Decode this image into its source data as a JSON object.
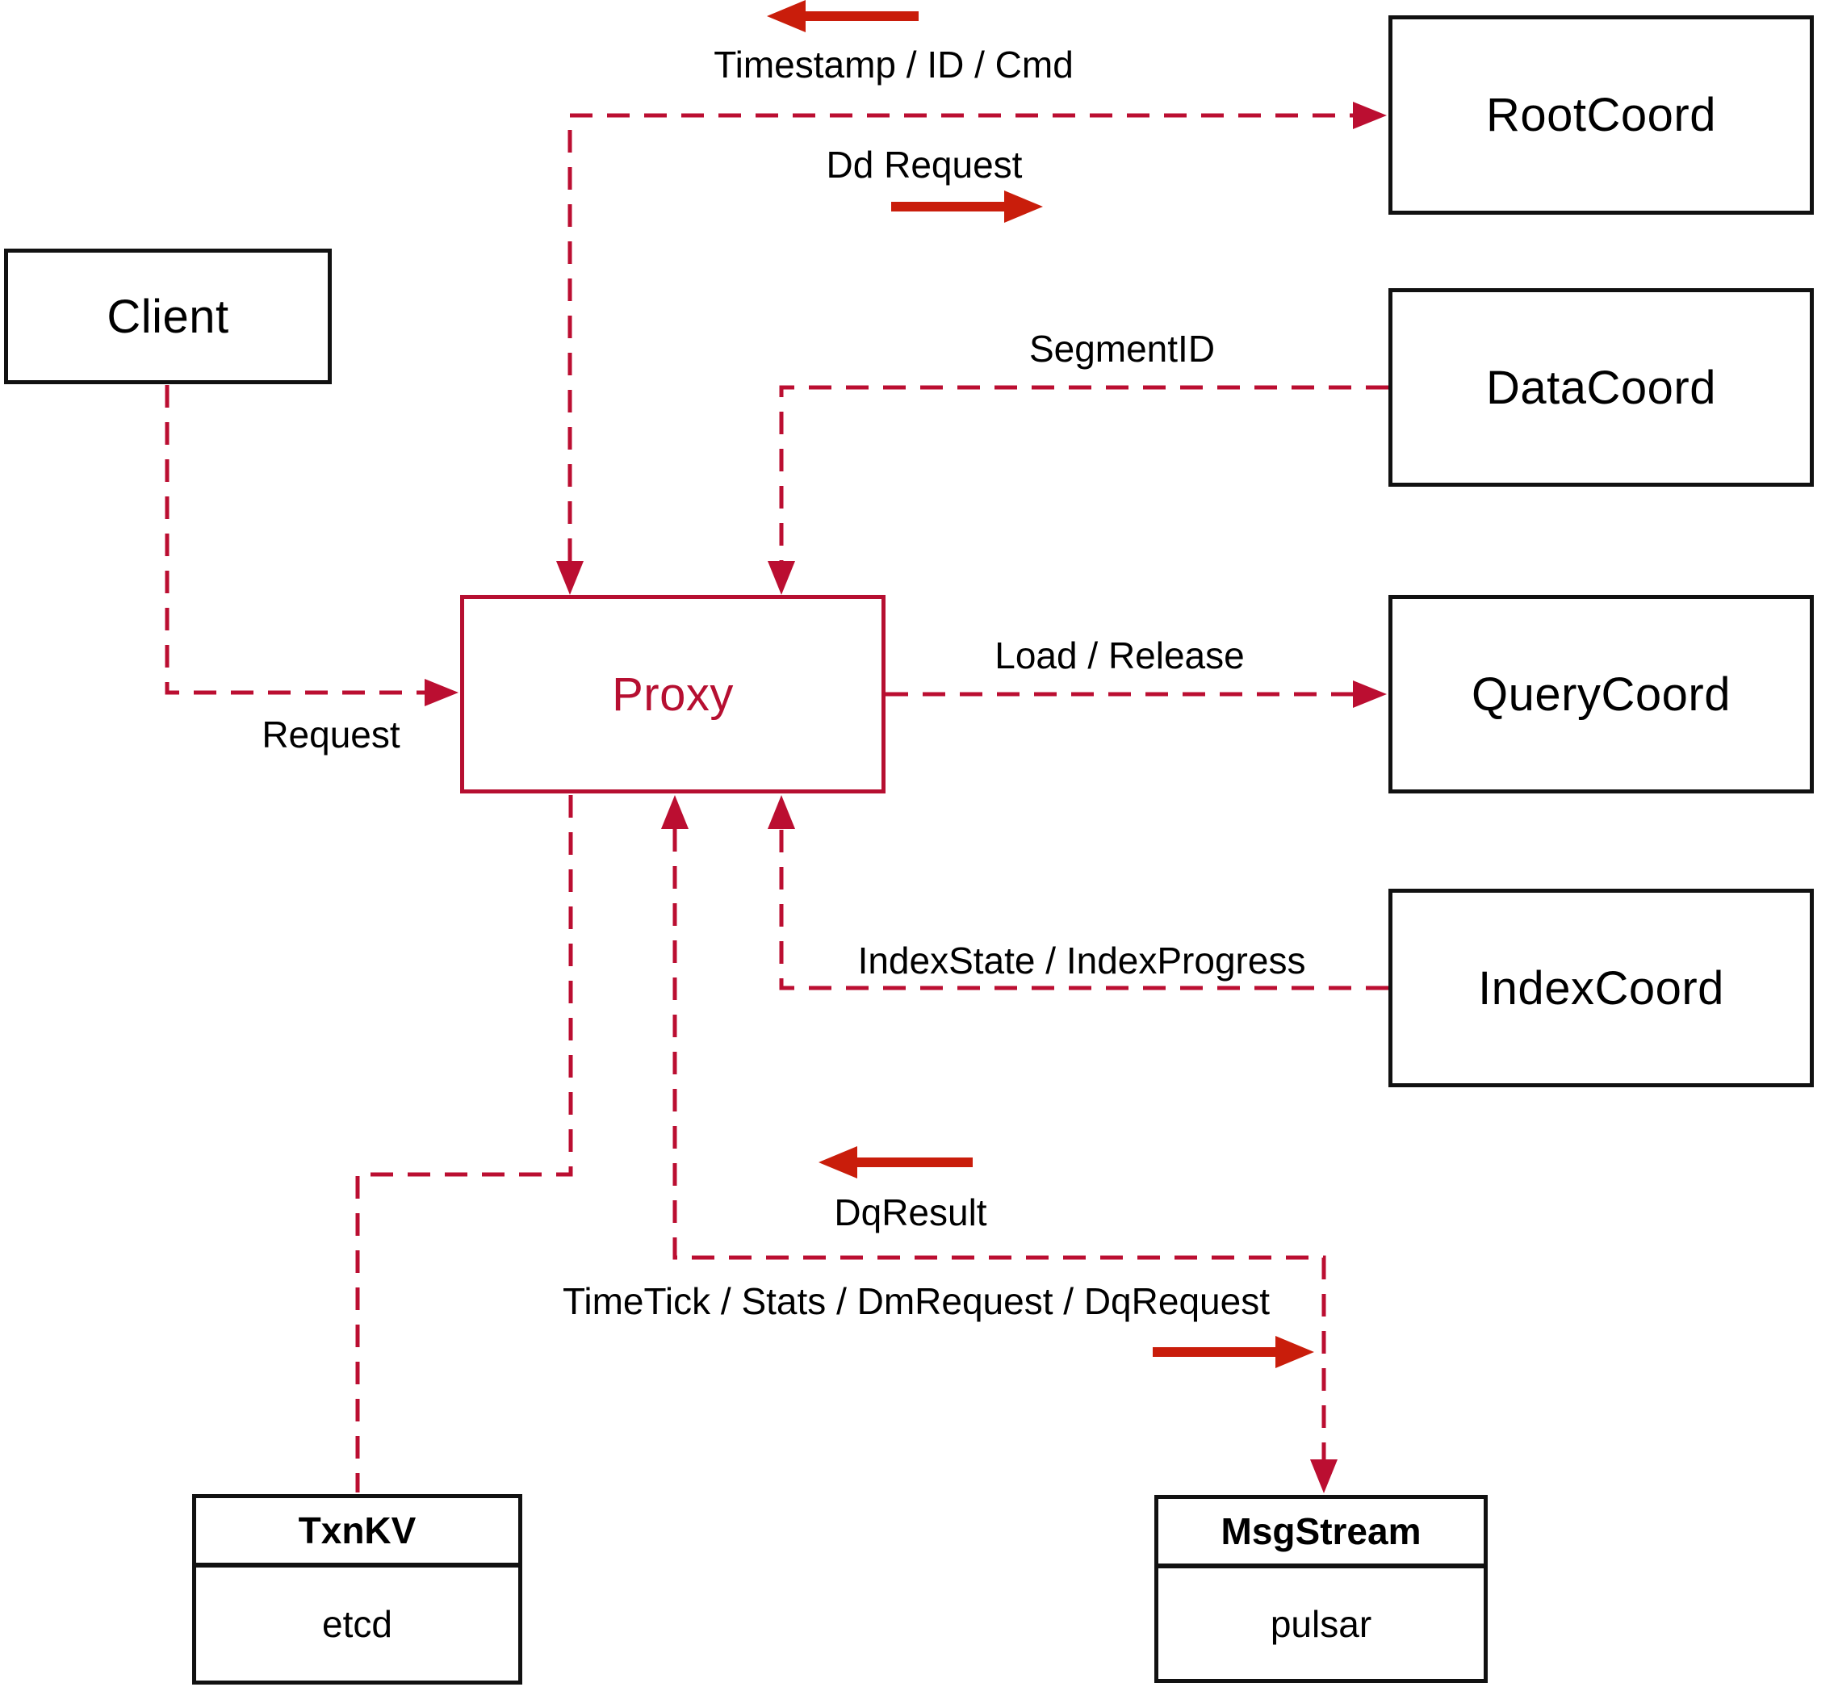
{
  "diagram": {
    "nodes": {
      "client": {
        "label": "Client"
      },
      "proxy": {
        "label": "Proxy"
      },
      "root_coord": {
        "label": "RootCoord"
      },
      "data_coord": {
        "label": "DataCoord"
      },
      "query_coord": {
        "label": "QueryCoord"
      },
      "index_coord": {
        "label": "IndexCoord"
      },
      "txnkv": {
        "title": "TxnKV",
        "value": "etcd"
      },
      "msgstream": {
        "title": "MsgStream",
        "value": "pulsar"
      }
    },
    "edge_labels": {
      "timestamp_id_cmd": "Timestamp / ID / Cmd",
      "dd_request": "Dd Request",
      "segment_id": "SegmentID",
      "request": "Request",
      "load_release": "Load / Release",
      "index_state": "IndexState / IndexProgress",
      "dq_result": "DqResult",
      "timetick": "TimeTick / Stats / DmRequest / DqRequest"
    },
    "colors": {
      "connector": "#bb0e31",
      "solid_arrow": "#c91d0b",
      "box_border": "#111111",
      "proxy_accent": "#b60f31"
    }
  }
}
